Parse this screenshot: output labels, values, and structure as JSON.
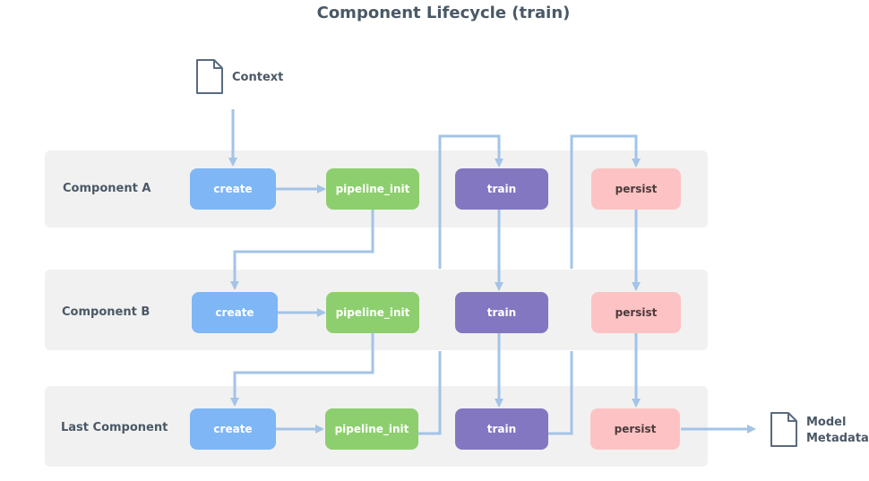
{
  "title": "Component Lifecycle (train)",
  "lanes": [
    {
      "label": "Component A"
    },
    {
      "label": "Component B"
    },
    {
      "label": "Last Component"
    }
  ],
  "nodes": {
    "create": "create",
    "pipeline_init": "pipeline_init",
    "train": "train",
    "persist": "persist"
  },
  "inputs": {
    "context": "Context"
  },
  "outputs": {
    "model_line1": "Model",
    "model_line2": "Metadata"
  },
  "colors": {
    "create": "#7eb6f6",
    "pipeline_init": "#8dcf6e",
    "train": "#8277c0",
    "persist": "#fdc3c4",
    "connector": "#a3c4e6",
    "lane_bg": "#f1f1f1"
  }
}
